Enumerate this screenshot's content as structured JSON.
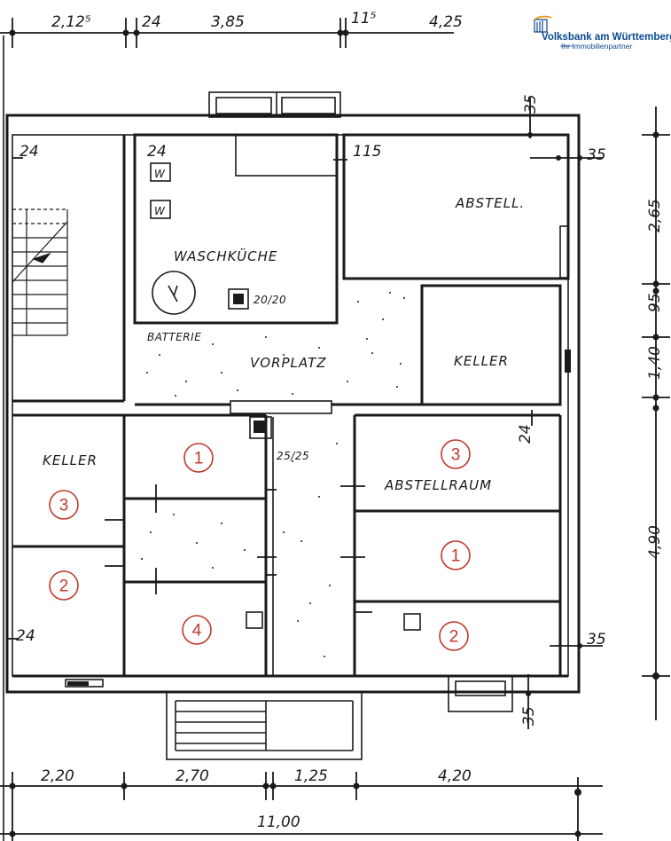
{
  "logo": {
    "name": "Volksbank am Württemberg",
    "tagline": "Ihr Immobilienpartner",
    "color": "#0b4a8f"
  },
  "dimensions": {
    "top": [
      "2,12⁵",
      "24",
      "3,85",
      "11⁵",
      "4,25"
    ],
    "right": [
      "2,65",
      "95",
      "1,40",
      "4,90"
    ],
    "bottom": [
      "2,20",
      "2,70",
      "1,25",
      "4,20"
    ],
    "total": "11,00",
    "wall_marks": {
      "top_right_35": "35",
      "right_upper_35": "35",
      "left_24": "24",
      "wash_24": "24",
      "abst_115": "115",
      "keller_right_24": "24",
      "left_lower_24": "24",
      "right_lower_35": "35",
      "bottom_35": "35"
    }
  },
  "rooms": {
    "waschkueche": "WASCHKÜCHE",
    "abstell": "ABSTELL.",
    "vorplatz": "VORPLATZ",
    "keller_right": "KELLER",
    "keller_left": "KELLER",
    "abstellraum": "ABSTELLRAUM",
    "batterie": "BATTERIE"
  },
  "fixtures": {
    "w1": "W",
    "w2": "W",
    "chimney_a": "20/20",
    "chimney_b": "25/25"
  },
  "badges": {
    "b1": "1",
    "b2": "3",
    "b3": "3",
    "b4": "2",
    "b5": "1",
    "b6": "4",
    "b7": "2"
  },
  "colors": {
    "badge": "#c0392b",
    "ink": "#1a1a1a"
  }
}
